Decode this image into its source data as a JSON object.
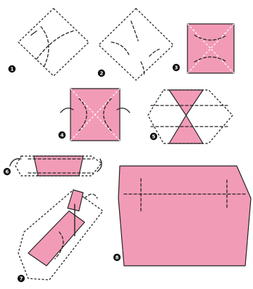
{
  "steps": [
    {
      "number": "1"
    },
    {
      "number": "2"
    },
    {
      "number": "3"
    },
    {
      "number": "4"
    },
    {
      "number": "5"
    },
    {
      "number": "6"
    },
    {
      "number": "7"
    },
    {
      "number": "8"
    }
  ],
  "colors": {
    "paper_pink": "#f29bb7",
    "paper_white": "#ffffff",
    "line": "#222222"
  }
}
